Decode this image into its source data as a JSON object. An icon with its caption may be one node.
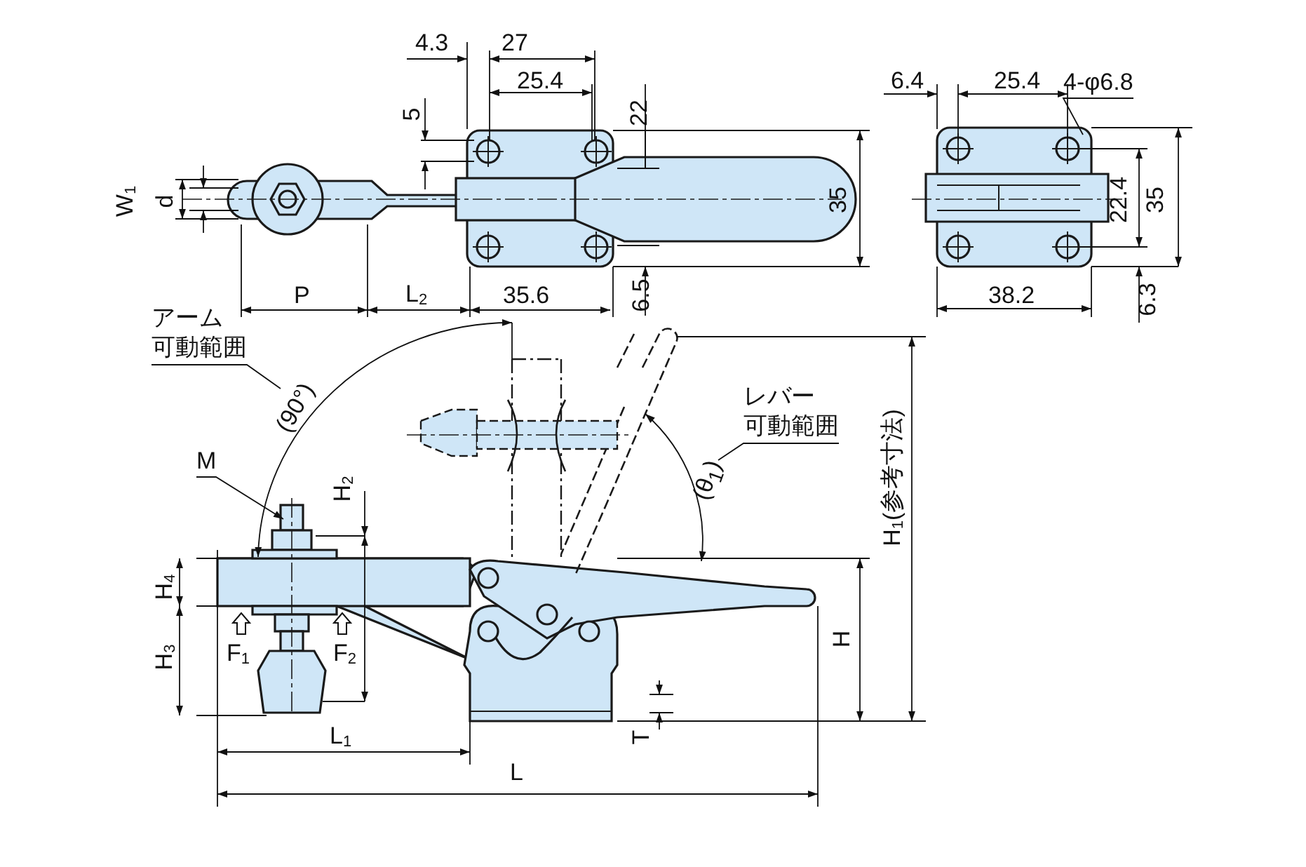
{
  "diagram": {
    "nodes": [
      {
        "text": [
          "4-φ6.8"
        ]
      },
      {
        "text": [
          "アーム",
          "可動範囲"
        ]
      },
      {
        "text": [
          "(90°)"
        ]
      },
      {
        "text": [
          "M"
        ]
      },
      {
        "text": [
          "レバー",
          "可動範囲"
        ]
      },
      {
        "text": [
          "(θ$_{1}$)"
        ]
      }
    ],
    "edges": [
      {
        "from": 0,
        "to": null,
        "arrow": "none"
      },
      {
        "from": 1,
        "to": 2,
        "arrow": "none"
      },
      {
        "from": 3,
        "to": null,
        "arrow": "to"
      },
      {
        "from": 4,
        "to": 5,
        "arrow": "none"
      }
    ],
    "labels": [
      "4.3",
      "27",
      "25.4",
      "5",
      "22",
      "W$_{1}$",
      "d",
      "35",
      "P",
      "L$_{2}$",
      "35.6",
      "6.5",
      "6.4",
      "25.4",
      "22.4",
      "35",
      "38.2",
      "6.3",
      "H$_{2}$",
      "H$_{1}$(参考寸法)",
      "H$_{4}$",
      "H$_{3}$",
      "F$_{1}$",
      "F$_{2}$",
      "H",
      "T",
      "L$_{1}$",
      "L"
    ]
  }
}
